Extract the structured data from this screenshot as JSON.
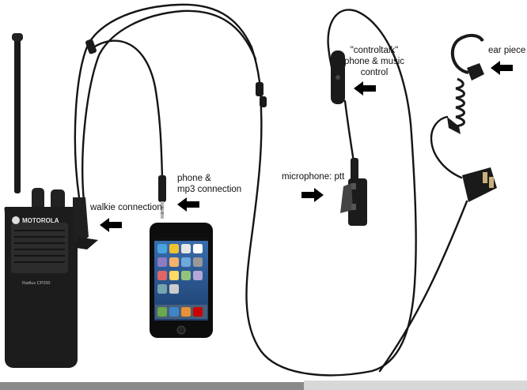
{
  "labels": {
    "walkie": "walkie connection",
    "phone_mp3_line1": "phone &",
    "phone_mp3_line2": "mp3 connection",
    "microphone": "microphone: ptt",
    "controltalk_line1": "\"controltalk\"",
    "controltalk_line2": "phone & music",
    "controltalk_line3": "control",
    "ear_piece": "ear piece"
  },
  "radio": {
    "brand": "MOTOROLA",
    "model": "Radius CP200"
  },
  "colors": {
    "cable": "#151515",
    "arrow": "#000000",
    "radio_body": "#1c1c1c",
    "phone_body": "#0d0d0d"
  },
  "icons": [
    "arrow-left-icon",
    "arrow-right-icon"
  ]
}
